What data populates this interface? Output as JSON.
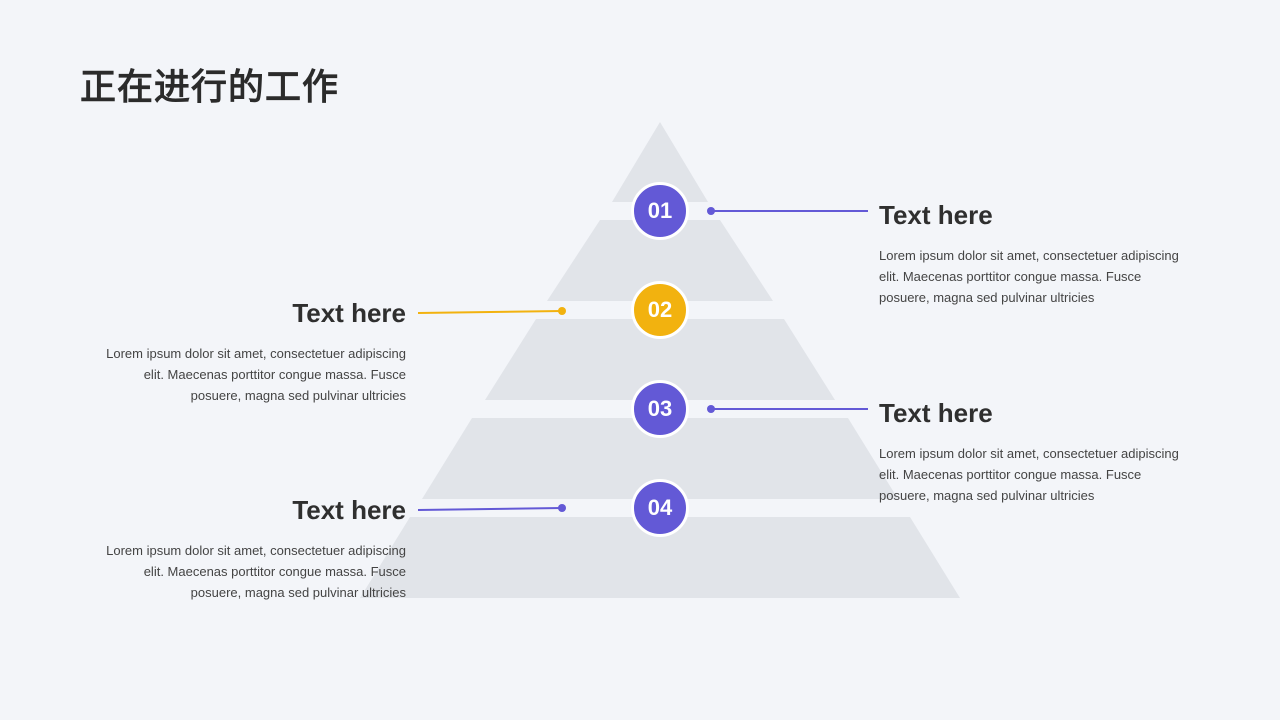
{
  "title": "正在进行的工作",
  "colors": {
    "background": "#f3f5f9",
    "pyramid": "#e1e4e9",
    "primary": "#6359d6",
    "accent": "#f2b20f"
  },
  "items": [
    {
      "number": "01",
      "color": "#6359d6",
      "heading": "Text here",
      "body": "Lorem ipsum dolor sit amet, consectetuer adipiscing elit. Maecenas porttitor congue massa. Fusce posuere, magna sed pulvinar  ultricies",
      "side": "right"
    },
    {
      "number": "02",
      "color": "#f2b20f",
      "heading": "Text here",
      "body": "Lorem ipsum dolor sit amet, consectetuer adipiscing elit. Maecenas porttitor congue massa. Fusce posuere, magna sed pulvinar  ultricies",
      "side": "left"
    },
    {
      "number": "03",
      "color": "#6359d6",
      "heading": "Text here",
      "body": "Lorem ipsum dolor sit amet, consectetuer adipiscing elit. Maecenas porttitor congue massa. Fusce posuere, magna sed pulvinar  ultricies",
      "side": "right"
    },
    {
      "number": "04",
      "color": "#6359d6",
      "heading": "Text here",
      "body": "Lorem ipsum dolor sit amet, consectetuer adipiscing elit. Maecenas porttitor congue massa. Fusce posuere, magna sed pulvinar  ultricies",
      "side": "left"
    }
  ]
}
